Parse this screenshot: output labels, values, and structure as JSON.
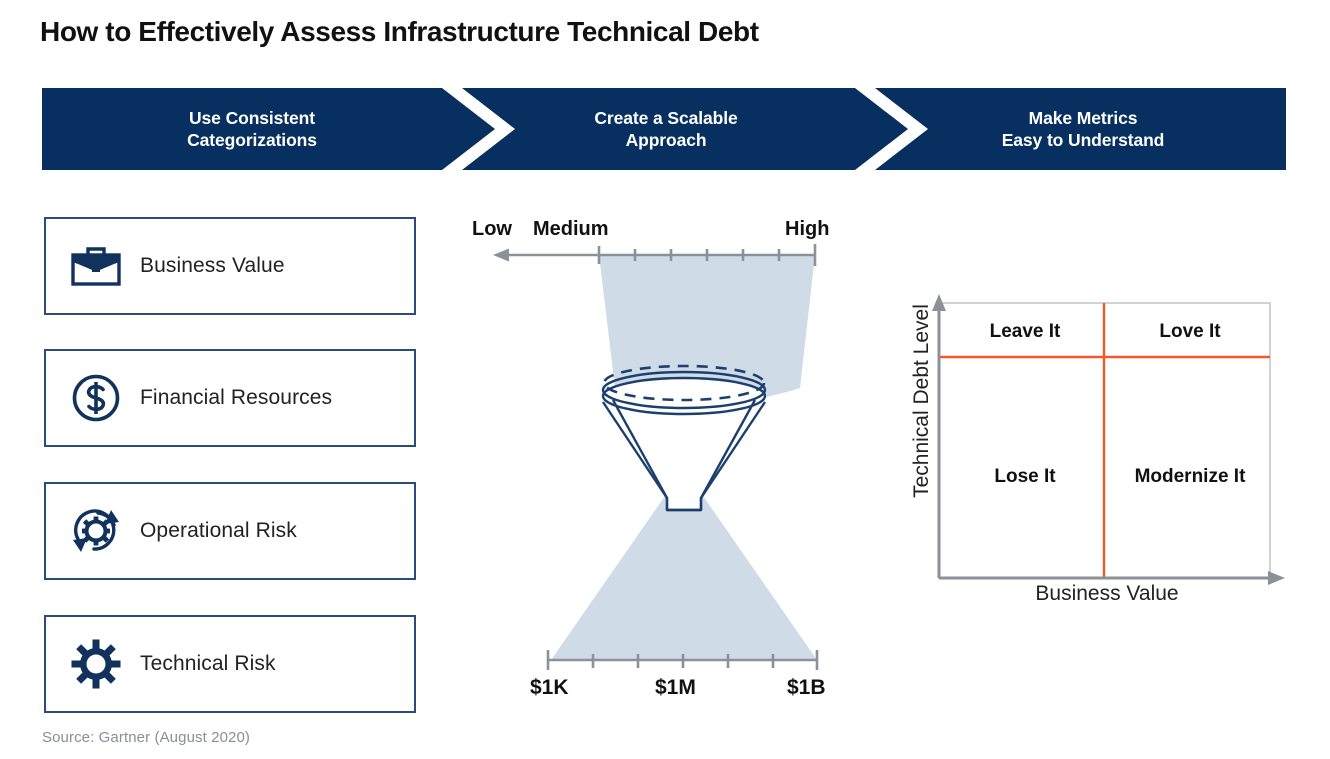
{
  "title": "How to Effectively Assess Infrastructure Technical Debt",
  "steps": [
    {
      "line1": "Use Consistent",
      "line2": "Categorizations"
    },
    {
      "line1": "Create a Scalable",
      "line2": "Approach"
    },
    {
      "line1": "Make Metrics",
      "line2": "Easy to Understand"
    }
  ],
  "categories": [
    {
      "label": "Business Value",
      "icon": "briefcase-icon"
    },
    {
      "label": "Financial Resources",
      "icon": "dollar-circle-icon"
    },
    {
      "label": "Operational Risk",
      "icon": "gear-refresh-icon"
    },
    {
      "label": "Technical Risk",
      "icon": "gear-icon"
    }
  ],
  "funnel": {
    "top_scale": {
      "low": "Low",
      "medium": "Medium",
      "high": "High"
    },
    "bottom_scale": {
      "left": "$1K",
      "middle": "$1M",
      "right": "$1B"
    }
  },
  "matrix": {
    "y_axis_label": "Technical Debt Level",
    "x_axis_label": "Business Value",
    "quadrants": {
      "top_left": "Leave It",
      "top_right": "Love It",
      "bottom_left": "Lose It",
      "bottom_right": "Modernize It"
    }
  },
  "source": "Source: Gartner (August 2020)",
  "colors": {
    "navy": "#072f5f",
    "navy_border": "#2b4a7d",
    "icon_navy": "#11325c",
    "shade_blue": "#cfdce8",
    "orange": "#f4582a",
    "axis_gray": "#8a9199",
    "source_gray": "#8a8f94"
  },
  "chart_data": {
    "type": "table",
    "title": "How to Effectively Assess Infrastructure Technical Debt",
    "panels": [
      {
        "name": "Use Consistent Categorizations",
        "type": "table",
        "categories": [
          "Business Value",
          "Financial Resources",
          "Operational Risk",
          "Technical Risk"
        ]
      },
      {
        "name": "Create a Scalable Approach",
        "type": "funnel",
        "top_axis": {
          "ticks": [
            "Low",
            "Medium",
            "High"
          ],
          "direction": "right-to-left arrow",
          "tick_count": 7
        },
        "bottom_axis": {
          "ticks": [
            "$1K",
            "$1M",
            "$1B"
          ],
          "tick_count": 7
        }
      },
      {
        "name": "Make Metrics Easy to Understand",
        "type": "matrix",
        "xlabel": "Business Value",
        "ylabel": "Technical Debt Level",
        "cells": [
          {
            "x": "low",
            "y": "high",
            "label": "Leave It"
          },
          {
            "x": "high",
            "y": "high",
            "label": "Love It"
          },
          {
            "x": "low",
            "y": "low",
            "label": "Lose It"
          },
          {
            "x": "high",
            "y": "low",
            "label": "Modernize It"
          }
        ]
      }
    ]
  }
}
